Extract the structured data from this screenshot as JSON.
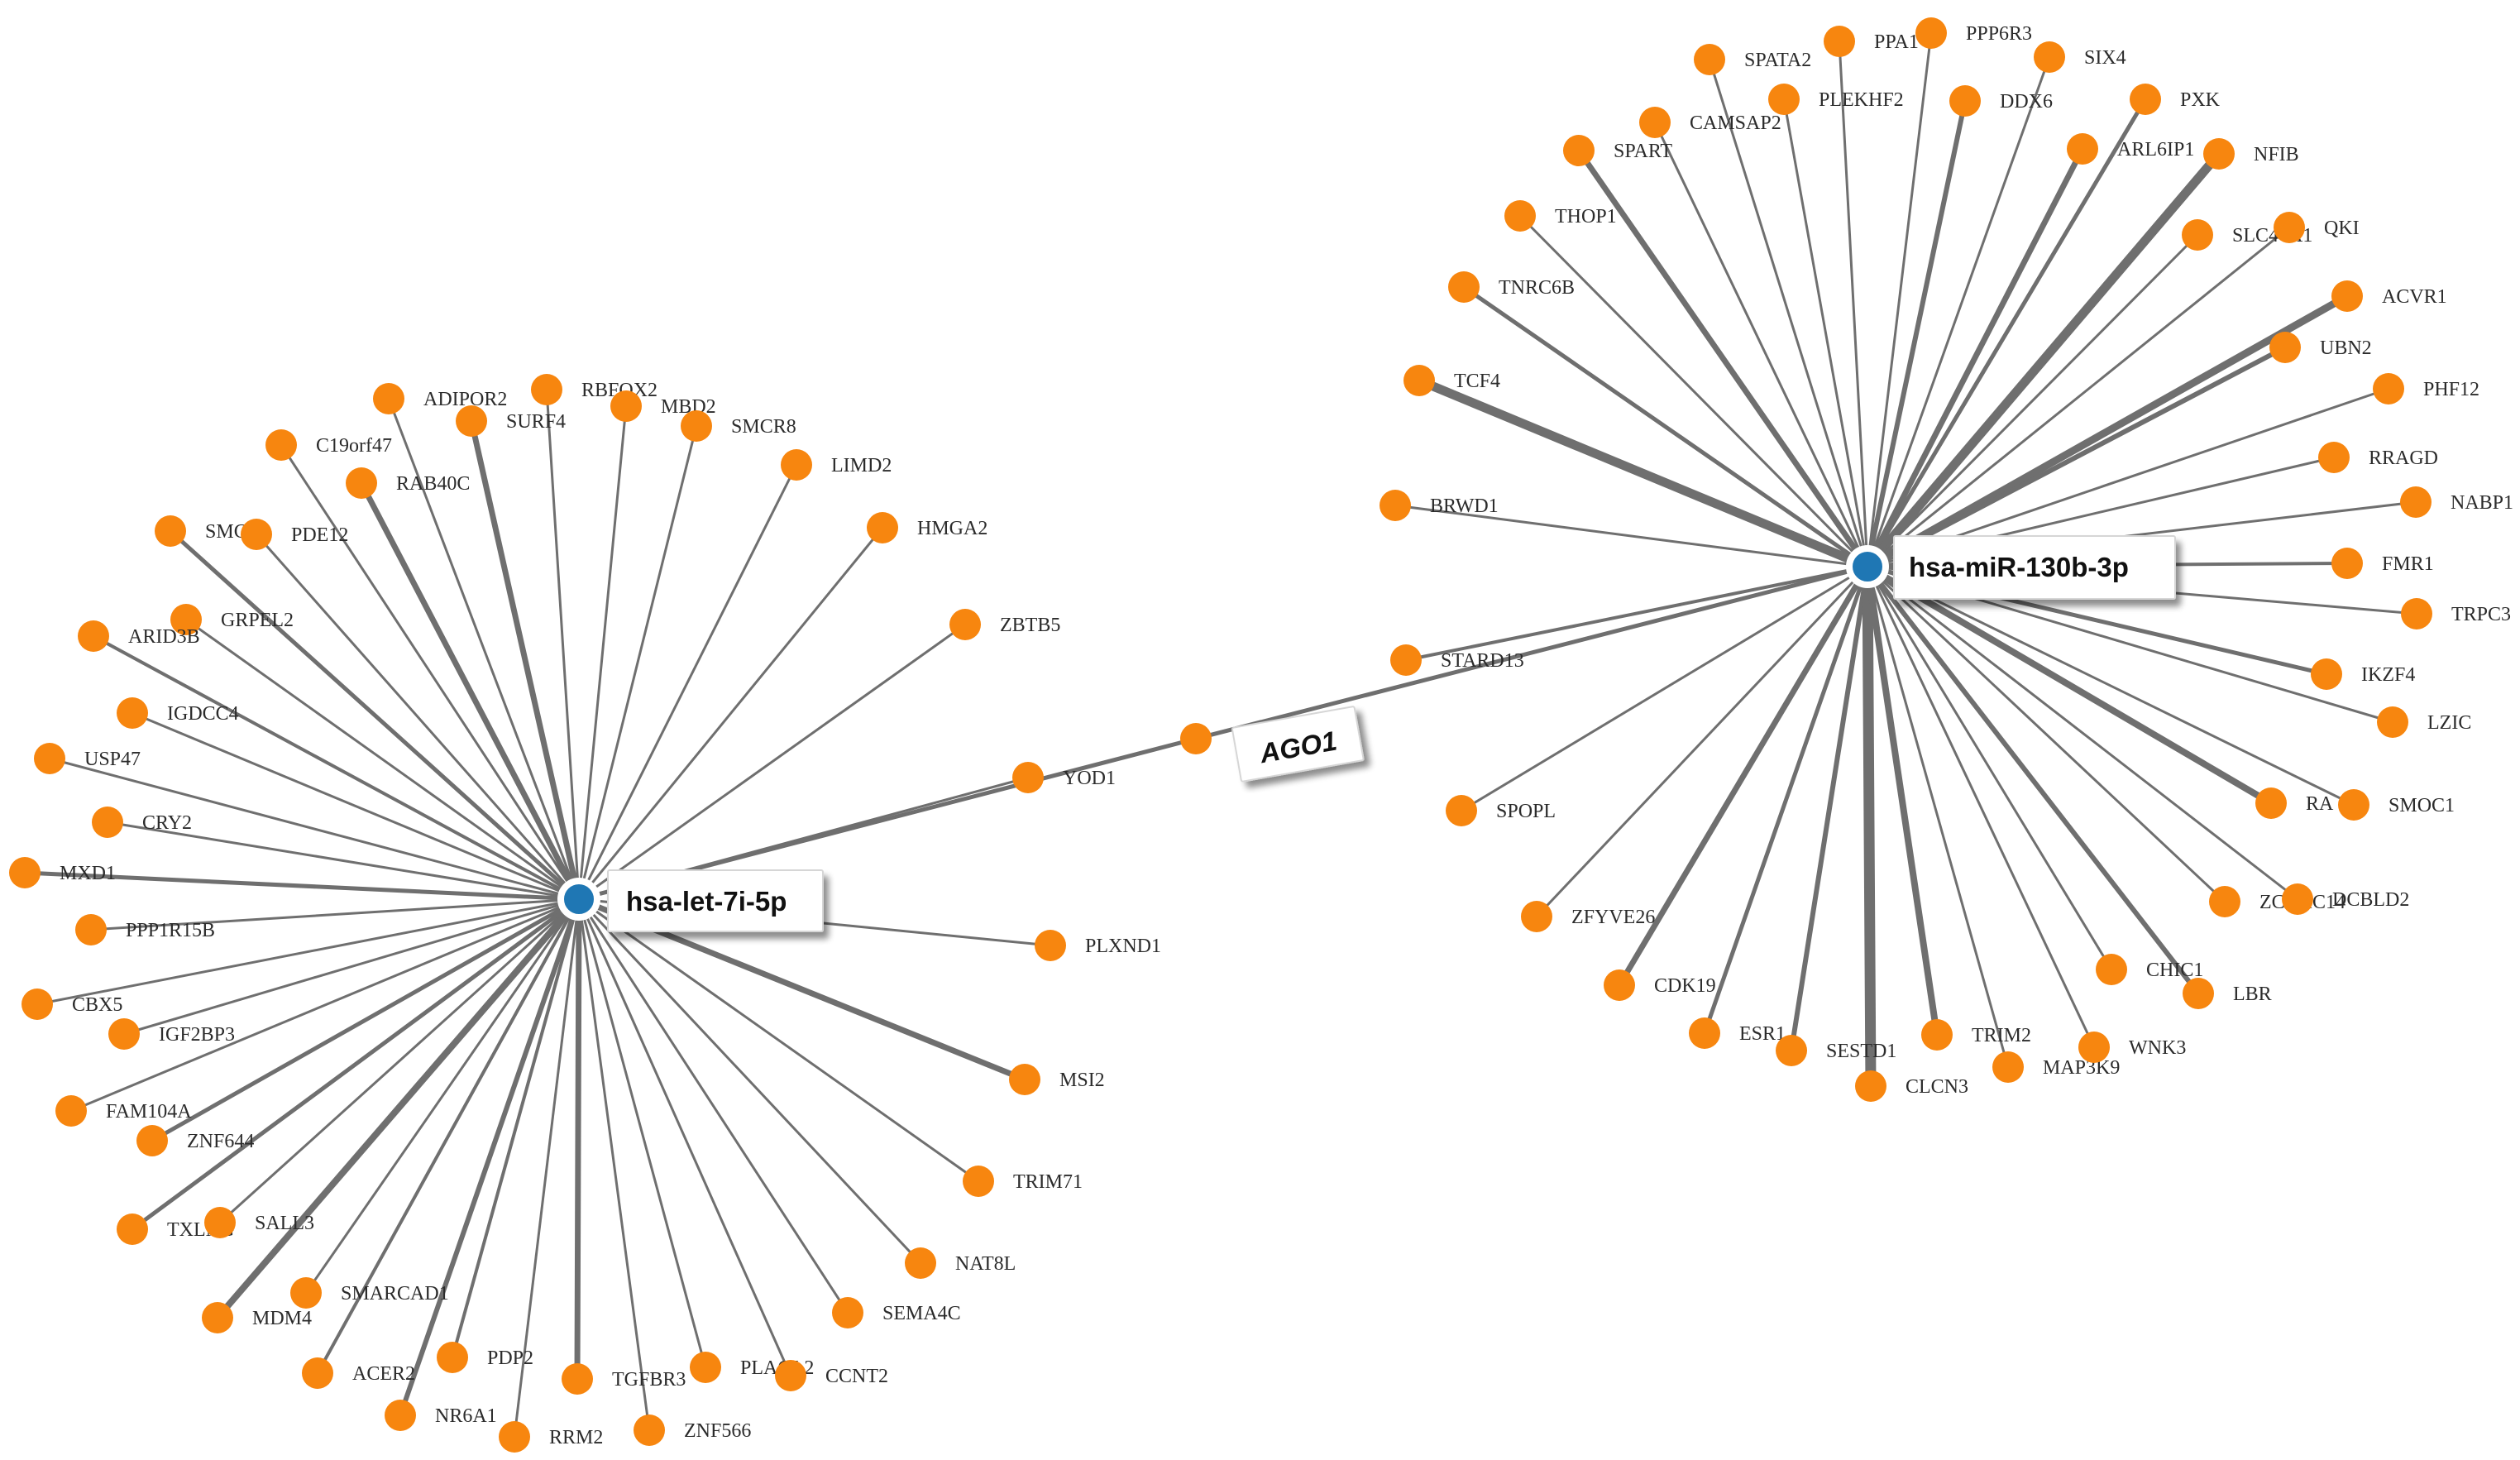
{
  "network": {
    "colors": {
      "hub": "#1f77b4",
      "target": "#f7860f",
      "edge": "#6f6f6f"
    },
    "hubs": [
      {
        "id": "let7i",
        "label": "hsa-let-7i-5p"
      },
      {
        "id": "mir130b",
        "label": "hsa-miR-130b-3p"
      }
    ],
    "bridge": {
      "label": "AGO1",
      "targets": [
        "YOD1",
        "STARD13"
      ]
    },
    "let7i_targets": [
      "ADIPOR2",
      "RBFOX2",
      "SURF4",
      "MBD2",
      "SMCR8",
      "LIMD2",
      "HMGA2",
      "ZBTB5",
      "C19orf47",
      "RAB40C",
      "SMC1A",
      "PDE12",
      "GRPEL2",
      "ARID3B",
      "IGDCC4",
      "USP47",
      "CRY2",
      "MXD1",
      "PPP1R15B",
      "CBX5",
      "IGF2BP3",
      "FAM104A",
      "ZNF644",
      "TXLNG",
      "SALL3",
      "MDM4",
      "SMARCAD1",
      "ACER2",
      "PDP2",
      "NR6A1",
      "RRM2",
      "TGFBR3",
      "ZNF566",
      "PLAGL2",
      "CCNT2",
      "SEMA4C",
      "NAT8L",
      "TRIM71",
      "MSI2",
      "PLXND1"
    ],
    "mir130b_targets": [
      "SPATA2",
      "PPA1",
      "PPP6R3",
      "SIX4",
      "CAMSAP2",
      "PLEKHF2",
      "DDX6",
      "PXK",
      "SPART",
      "ARL6IP1",
      "NFIB",
      "THOP1",
      "SLC44A1",
      "QKI",
      "TNRC6B",
      "ACVR1",
      "UBN2",
      "TCF4",
      "PHF12",
      "RRAGD",
      "BRWD1",
      "NABP1",
      "FMR1",
      "TRPC3",
      "IKZF4",
      "LZIC",
      "RA",
      "SMOC1",
      "ZCCHC14",
      "DCBLD2",
      "CHIC1",
      "LBR",
      "SPOPL",
      "ZFYVE26",
      "CDK19",
      "ESR1",
      "SESTD1",
      "CLCN3",
      "TRIM2",
      "MAP3K9",
      "WNK3"
    ]
  }
}
